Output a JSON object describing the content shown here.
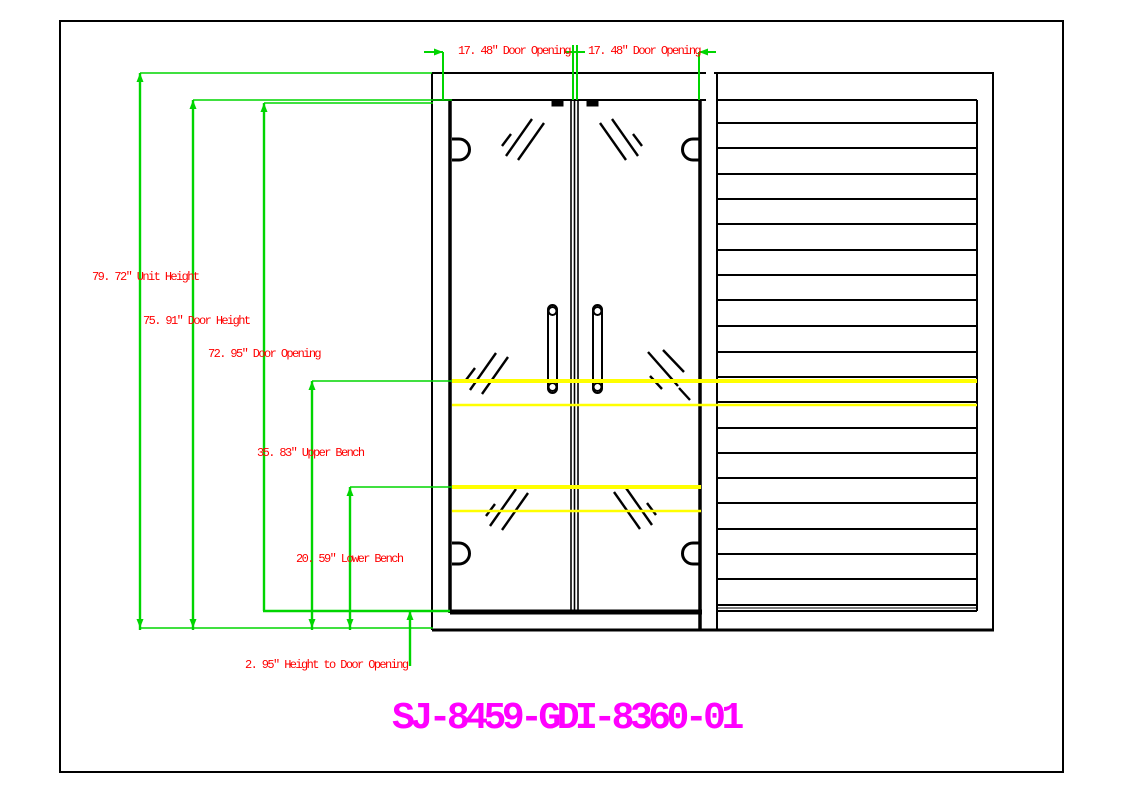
{
  "title": "SJ-8459-GDI-8360-01",
  "labels": {
    "unit_height": "79. 72″ Unit Height",
    "door_height": "75. 91″ Door Height",
    "door_opening": "72. 95″ Door Opening",
    "upper_bench": "35. 83″ Upper Bench",
    "lower_bench": "20. 59″ Lower Bench",
    "height_to_door_opening": "2. 95″ Height to Door Opening",
    "door_opening_top_left": "17. 48″ Door Opening",
    "door_opening_top_right": "17. 48″ Door Opening"
  },
  "colors": {
    "background": "#ffffff",
    "drawing_lines": "#000000",
    "dimension_lines": "#00d500",
    "dimension_text": "#ff0000",
    "bench_lines": "#ffff00",
    "title_text": "#ff00ff"
  }
}
